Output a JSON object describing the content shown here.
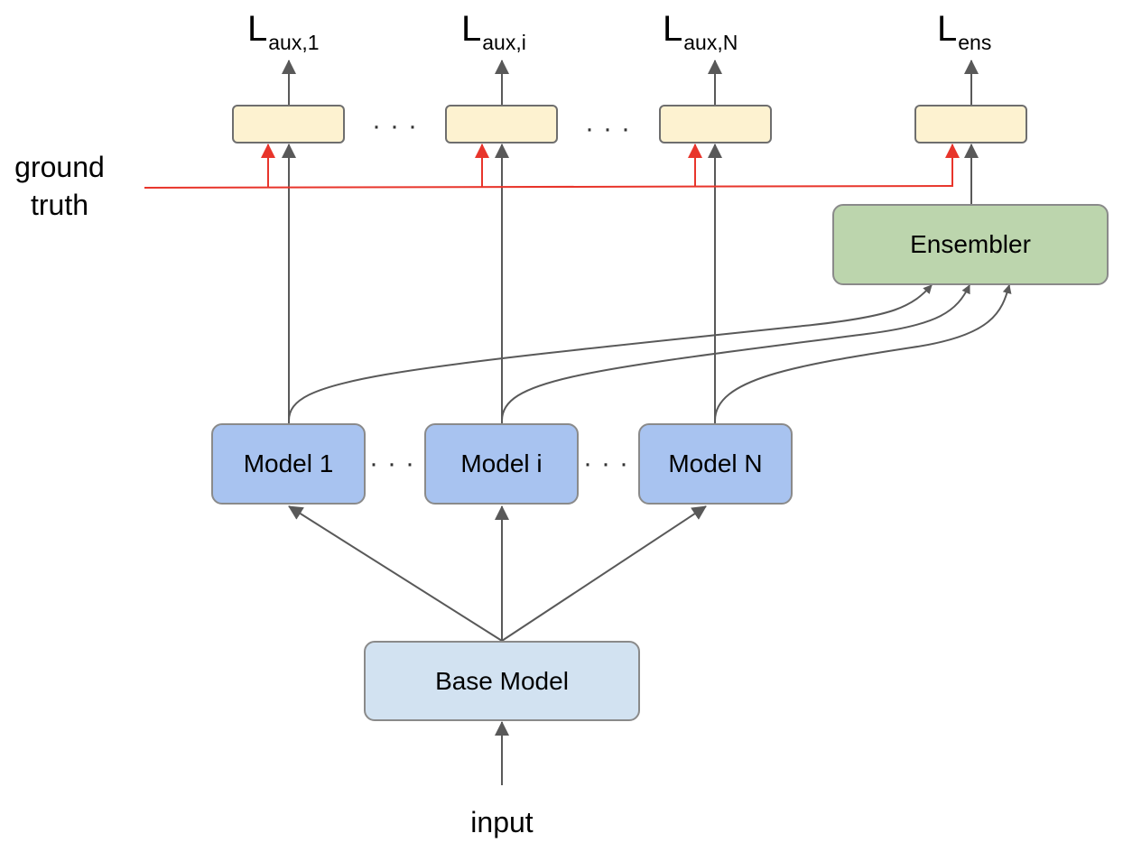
{
  "losses": [
    {
      "main": "L",
      "sub": "aux,1"
    },
    {
      "main": "L",
      "sub": "aux,i"
    },
    {
      "main": "L",
      "sub": "aux,N"
    },
    {
      "main": "L",
      "sub": "ens"
    }
  ],
  "ground_truth": {
    "line1": "ground",
    "line2": "truth"
  },
  "ensembler": {
    "label": "Ensembler"
  },
  "models": [
    {
      "label": "Model 1"
    },
    {
      "label": "Model i"
    },
    {
      "label": "Model N"
    }
  ],
  "base_model": {
    "label": "Base Model"
  },
  "input": {
    "label": "input"
  },
  "ellipsis": "···",
  "colors": {
    "arrow": "#595959",
    "ground_truth_line": "#e8352b",
    "loss_fill": "#fdf2d0",
    "model_fill": "#a8c3f0",
    "ensembler_fill": "#bcd5ad",
    "base_fill": "#d2e2f1"
  }
}
